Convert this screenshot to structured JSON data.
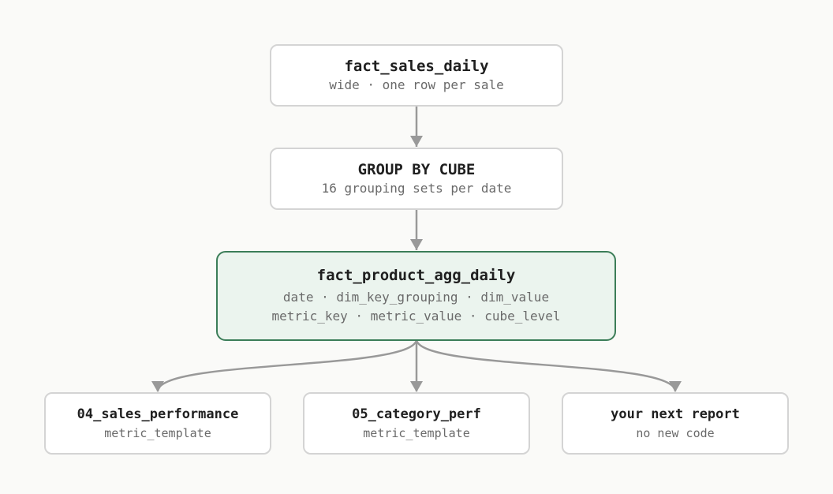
{
  "diagram": {
    "nodes": [
      {
        "id": "fact_sales_daily",
        "title": "fact_sales_daily",
        "lines": [
          "wide · one row per sale"
        ]
      },
      {
        "id": "group_by_cube",
        "title": "GROUP BY CUBE",
        "lines": [
          "16 grouping sets per date"
        ]
      },
      {
        "id": "fact_product_agg_daily",
        "title": "fact_product_agg_daily",
        "lines": [
          "date · dim_key_grouping · dim_value",
          "metric_key · metric_value · cube_level"
        ]
      },
      {
        "id": "sales_performance",
        "title": "04_sales_performance",
        "lines": [
          "metric_template"
        ]
      },
      {
        "id": "category_perf",
        "title": "05_category_perf",
        "lines": [
          "metric_template"
        ]
      },
      {
        "id": "next_report",
        "title": "your next report",
        "lines": [
          "no new code"
        ]
      }
    ],
    "edges": [
      {
        "from": "fact_sales_daily",
        "to": "group_by_cube"
      },
      {
        "from": "group_by_cube",
        "to": "fact_product_agg_daily"
      },
      {
        "from": "fact_product_agg_daily",
        "to": "sales_performance"
      },
      {
        "from": "fact_product_agg_daily",
        "to": "category_perf"
      },
      {
        "from": "fact_product_agg_daily",
        "to": "next_report"
      }
    ],
    "colors": {
      "node_border": "#d4d4d4",
      "highlight_border": "#3b7d58",
      "highlight_fill": "#ebf4ee",
      "edge": "#999999"
    }
  }
}
